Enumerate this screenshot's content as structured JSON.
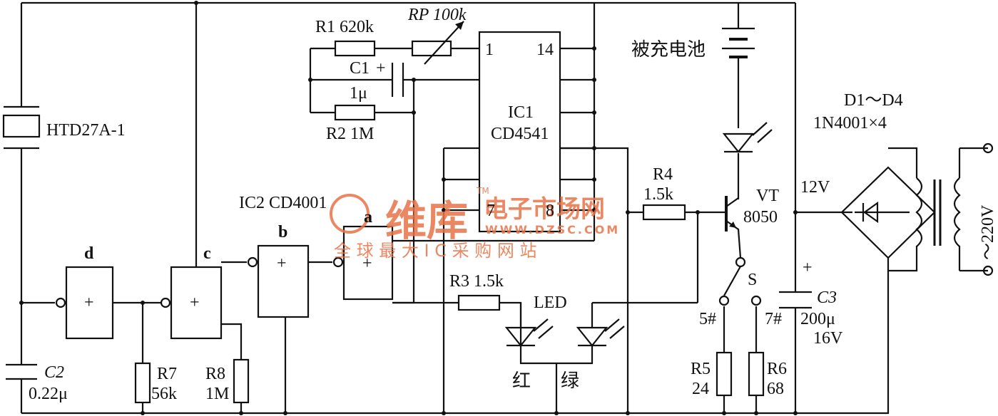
{
  "labels": {
    "htd": "HTD27A-1",
    "c2": "C2",
    "c2v": "0.22μ",
    "r7": "R7",
    "r7v": "56k",
    "r8": "R8",
    "r8v": "1M",
    "gd": "d",
    "gc": "c",
    "gb": "b",
    "ga": "a",
    "ic2": "IC2 CD4001",
    "r1": "R1 620k",
    "rp": "RP 100k",
    "c1": "C1",
    "c1v": "1μ",
    "plus1": "+",
    "r2": "R2 1M",
    "ic1": "IC1",
    "ic1n": "CD4541",
    "p1": "1",
    "p14": "14",
    "p7": "7",
    "p8": "8",
    "r3": "R3 1.5k",
    "led": "LED",
    "red": "红",
    "green": "绿",
    "r4": "R4",
    "r4v": "1.5k",
    "vt": "VT",
    "vtn": "8050",
    "bat": "被充电池",
    "s": "S",
    "s5": "5#",
    "s7": "7#",
    "r5": "R5",
    "r5v": "24",
    "r6": "R6",
    "r6v": "68",
    "c3": "C3",
    "c3v": "200μ",
    "c3u": "16V",
    "plus3": "+",
    "v12": "12V",
    "d1": "D1～D4",
    "d1n": "1N4001×4",
    "ac": "～220V"
  },
  "watermark": {
    "brand": "维库",
    "tm": "TM",
    "market": "电子市场网",
    "url": "WWW.DZSC.COM",
    "slogan": "全 球 最 大 I C 采 购 网 站",
    "color": "#e8744a"
  }
}
